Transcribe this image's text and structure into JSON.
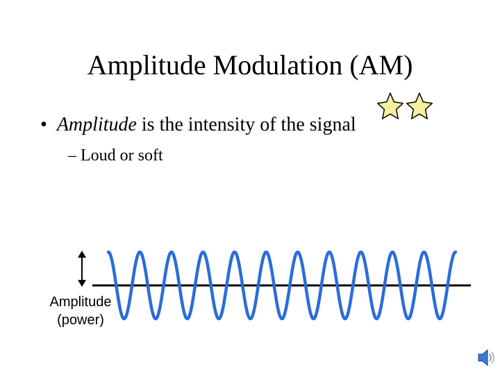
{
  "slide": {
    "title": "Amplitude Modulation (AM)",
    "bullet": {
      "emphasis": "Amplitude",
      "rest": " is the intensity of the signal"
    },
    "sub_bullet": "– Loud or soft",
    "diagram": {
      "amplitude_label_line1": "Amplitude",
      "amplitude_label_line2": "(power)",
      "wave_color": "#2a6dd9",
      "wave_cycles": 11,
      "star_fill_color": "#f5f0a0"
    },
    "icons": [
      "star-icon",
      "star-icon",
      "double-arrow-icon",
      "speaker-icon"
    ]
  }
}
